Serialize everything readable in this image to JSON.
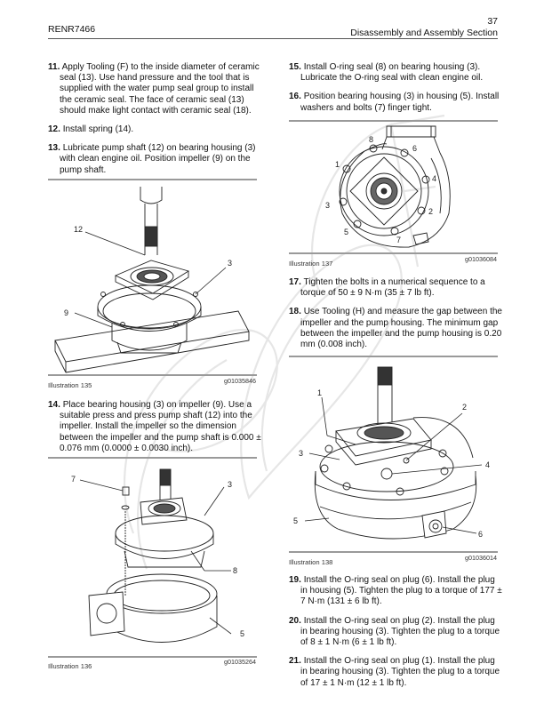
{
  "header": {
    "doc_id": "RENR7466",
    "page_number": "37",
    "section": "Disassembly and Assembly Section"
  },
  "left_column": {
    "steps_top": [
      {
        "num": "11.",
        "text": "Apply Tooling (F) to the inside diameter of ceramic seal (13). Use hand pressure and the tool that is supplied with the water pump seal group to install the ceramic seal. The face of ceramic seal (13) should make light contact with ceramic seal (18)."
      },
      {
        "num": "12.",
        "text": "Install spring (14)."
      },
      {
        "num": "13.",
        "text": "Lubricate pump shaft (12) on bearing housing (3) with clean engine oil. Position impeller (9) on the pump shaft."
      }
    ],
    "illustration_135": {
      "caption": "Illustration 135",
      "graphic_id": "g01035846",
      "callouts": [
        "12",
        "3",
        "9"
      ]
    },
    "steps_middle": [
      {
        "num": "14.",
        "text": "Place bearing housing (3) on impeller (9). Use a suitable press and press pump shaft (12) into the impeller. Install the impeller so the dimension between the impeller and the pump shaft is 0.000 ± 0.076 mm (0.0000 ± 0.0030 inch)."
      }
    ],
    "illustration_136": {
      "caption": "Illustration 136",
      "graphic_id": "g01035264",
      "callouts": [
        "7",
        "3",
        "8",
        "5"
      ]
    }
  },
  "right_column": {
    "steps_top": [
      {
        "num": "15.",
        "text": "Install O-ring seal (8) on bearing housing (3). Lubricate the O-ring seal with clean engine oil."
      },
      {
        "num": "16.",
        "text": "Position bearing housing (3) in housing (5). Install washers and bolts (7) finger tight."
      }
    ],
    "illustration_137": {
      "caption": "Illustration 137",
      "graphic_id": "g01036084",
      "callouts": [
        "8",
        "6",
        "1",
        "4",
        "3",
        "2",
        "5",
        "7"
      ]
    },
    "steps_middle": [
      {
        "num": "17.",
        "text": "Tighten the bolts in a numerical sequence to a torque of 50 ± 9 N·m (35 ± 7 lb ft)."
      },
      {
        "num": "18.",
        "text": "Use Tooling (H) and measure the gap between the impeller and the pump housing. The minimum gap between the impeller and the pump housing is 0.20 mm (0.008 inch)."
      }
    ],
    "illustration_138": {
      "caption": "Illustration 138",
      "graphic_id": "g01036014",
      "callouts": [
        "1",
        "2",
        "3",
        "4",
        "5",
        "6"
      ]
    },
    "steps_bottom": [
      {
        "num": "19.",
        "text": "Install the O-ring seal on plug (6). Install the plug in housing (5). Tighten the plug to a torque of 177 ± 7 N·m (131 ± 6 lb ft)."
      },
      {
        "num": "20.",
        "text": "Install the O-ring seal on plug (2). Install the plug in bearing housing (3). Tighten the plug to a torque of 8 ± 1 N·m (6 ± 1 lb ft)."
      },
      {
        "num": "21.",
        "text": "Install the O-ring seal on plug (1). Install the plug in bearing housing (3). Tighten the plug to a torque of 17 ± 1 N·m (12 ± 1 lb ft)."
      }
    ]
  },
  "watermark": "PDF"
}
